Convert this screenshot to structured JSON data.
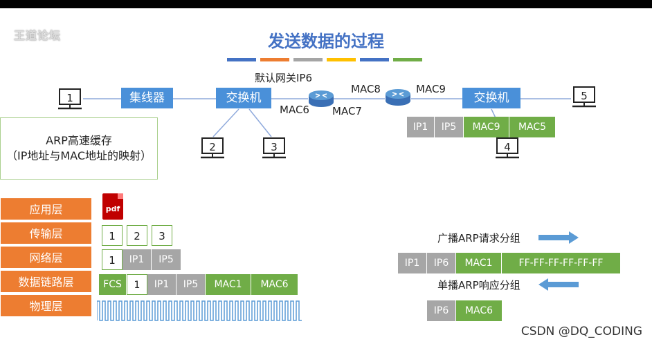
{
  "watermark": {
    "text": "王道论坛"
  },
  "title": "发送数据的过程",
  "stripes": [
    "#4472c4",
    "#ed7d31",
    "#a5a5a5",
    "#ffc000",
    "#4472c4",
    "#70ad47"
  ],
  "network": {
    "default_gateway": "默认网关IP6",
    "hub": "集线器",
    "switch_left": "交换机",
    "switch_right": "交换机",
    "computers": [
      "1",
      "2",
      "3",
      "4",
      "5"
    ],
    "mac_labels": {
      "mac6": "MAC6",
      "mac7": "MAC7",
      "mac8": "MAC8",
      "mac9": "MAC9"
    }
  },
  "arp_cache": {
    "line1": "ARP高速缓存",
    "line2": "（IP地址与MAC地址的映射）"
  },
  "right_frame": [
    "IP1",
    "IP5",
    "MAC9",
    "MAC5"
  ],
  "layers": [
    "应用层",
    "传输层",
    "网络层",
    "数据链路层",
    "物理层"
  ],
  "pdf_label": "pdf",
  "transport_row": [
    "1",
    "2",
    "3"
  ],
  "network_row": [
    "1",
    "IP1",
    "IP5"
  ],
  "datalink_row": [
    "FCS",
    "1",
    "IP1",
    "IP5",
    "MAC1",
    "MAC6"
  ],
  "broadcast": {
    "label": "广播ARP请求分组",
    "frame": [
      "IP1",
      "IP6",
      "MAC1",
      "FF-FF-FF-FF-FF-FF"
    ]
  },
  "unicast": {
    "label": "单播ARP响应分组",
    "frame": [
      "IP6",
      "MAC6"
    ]
  },
  "footer": "CSDN @DQ_CODING"
}
